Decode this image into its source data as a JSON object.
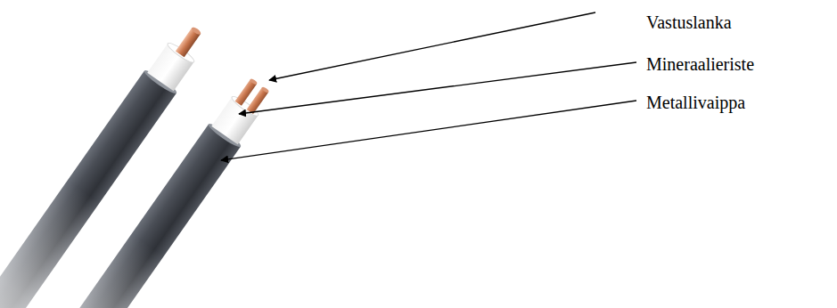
{
  "diagram": {
    "labels": [
      "Vastuslanka",
      "Mineraalieriste",
      "Metallivaippa"
    ]
  }
}
